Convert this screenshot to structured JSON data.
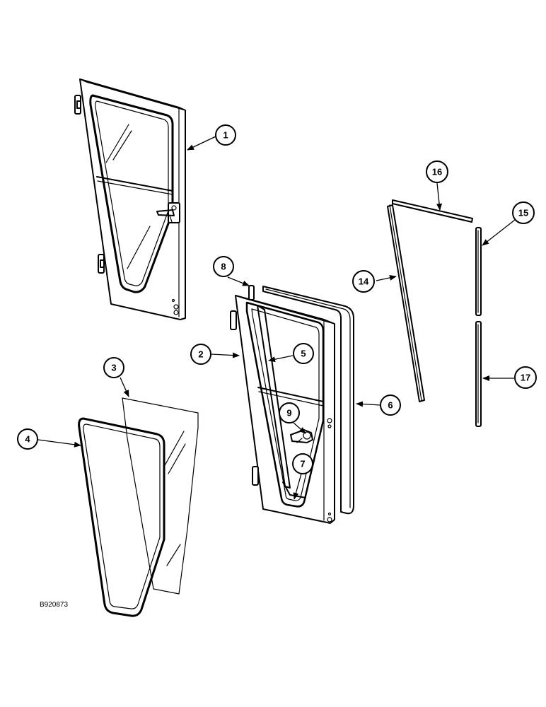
{
  "figure_id": "B920873",
  "callouts": [
    {
      "key": "c1",
      "label": "1"
    },
    {
      "key": "c2",
      "label": "2"
    },
    {
      "key": "c3",
      "label": "3"
    },
    {
      "key": "c4",
      "label": "4"
    },
    {
      "key": "c5",
      "label": "5"
    },
    {
      "key": "c6",
      "label": "6"
    },
    {
      "key": "c7",
      "label": "7"
    },
    {
      "key": "c8",
      "label": "8"
    },
    {
      "key": "c9",
      "label": "9"
    },
    {
      "key": "c14",
      "label": "14"
    },
    {
      "key": "c15",
      "label": "15"
    },
    {
      "key": "c16",
      "label": "16"
    },
    {
      "key": "c17",
      "label": "17"
    }
  ]
}
